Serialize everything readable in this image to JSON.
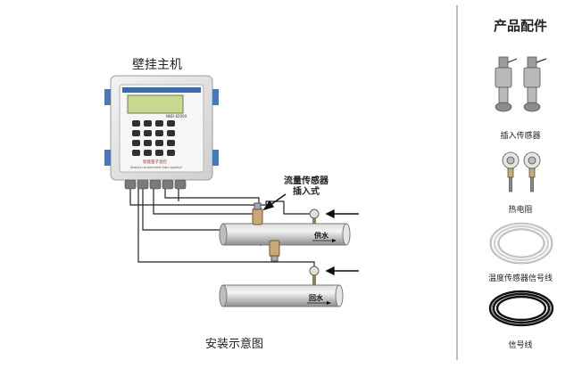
{
  "diagram": {
    "main_unit_title": "壁挂主机",
    "install_caption": "安装示意图",
    "sensor_label_line1": "流量传感器",
    "sensor_label_line2": "插入式",
    "supply_pipe_label": "供水",
    "return_pipe_label": "回水",
    "device_model": "NND-8200X",
    "device_tagline": "Always recommend from quality!",
    "device_brand_cn": "智能量子温控"
  },
  "parts": {
    "title": "产品配件",
    "items": [
      {
        "label": "插入传感器",
        "icon": "insertion-sensor-icon"
      },
      {
        "label": "热电阻",
        "icon": "thermal-resistor-icon"
      },
      {
        "label": "温度传感器信号线",
        "icon": "temperature-cable-icon"
      },
      {
        "label": "信号线",
        "icon": "signal-cable-icon"
      }
    ]
  },
  "colors": {
    "pipe": "#9a9a9a",
    "device_body": "#e8e8e8",
    "lcd": "#c9d88f",
    "keypad": "#303030",
    "cable_gray": "#d4d4d4",
    "cable_black": "#111111"
  }
}
